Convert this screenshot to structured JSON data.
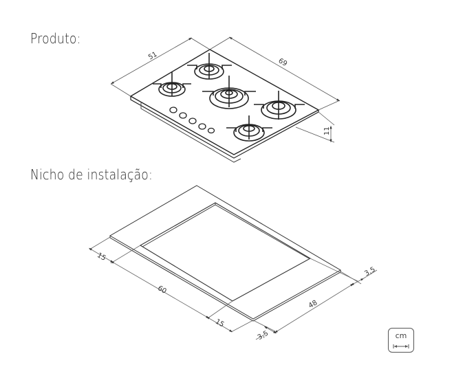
{
  "product_section": {
    "title": "Produto:",
    "dimensions": {
      "depth": "51",
      "width": "69",
      "height": "11"
    },
    "burners": 5,
    "knobs": 5
  },
  "niche_section": {
    "title": "Nicho de instalação:",
    "dimensions": {
      "left_margin": "15",
      "cutout_length": "60",
      "bottom_margin": "15",
      "front_margin": "3,5",
      "cutout_depth": "48",
      "back_margin": "3,5"
    }
  },
  "unit_badge": {
    "label": "cm",
    "icon": "measure-arrow-icon"
  }
}
